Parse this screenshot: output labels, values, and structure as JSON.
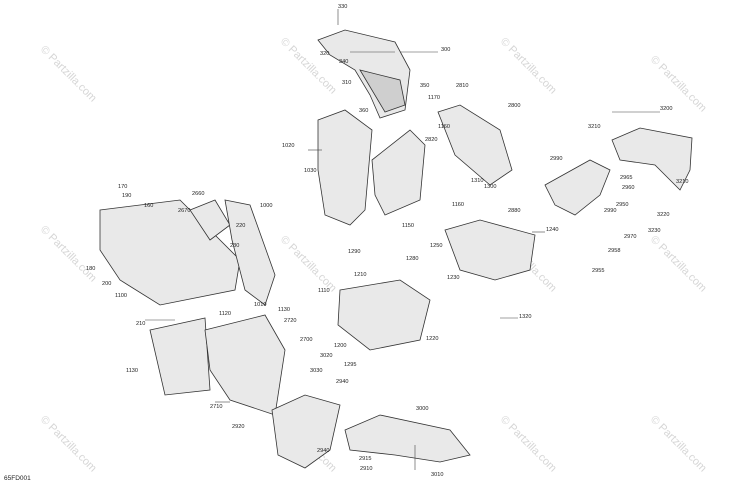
{
  "diagram_code": "65FD001",
  "watermark": "© Partzilla.com",
  "callouts": [
    "330",
    "320",
    "340",
    "300",
    "310",
    "350",
    "2810",
    "1170",
    "360",
    "1160",
    "2820",
    "2800",
    "3200",
    "3210",
    "1020",
    "1030",
    "2990",
    "2965",
    "2960",
    "3210",
    "2950",
    "2990",
    "3220",
    "3230",
    "2970",
    "2958",
    "2955",
    "1310",
    "1300",
    "1160",
    "2880",
    "1240",
    "1250",
    "1230",
    "1320",
    "1150",
    "170",
    "190",
    "160",
    "2660",
    "2670",
    "1000",
    "220",
    "230",
    "180",
    "200",
    "1100",
    "1010",
    "1290",
    "1210",
    "1280",
    "1110",
    "1130",
    "2720",
    "1120",
    "2700",
    "1200",
    "1295",
    "1220",
    "210",
    "1130",
    "3020",
    "3030",
    "2940",
    "2710",
    "3000",
    "2920",
    "2940",
    "2915",
    "2910",
    "3010"
  ]
}
